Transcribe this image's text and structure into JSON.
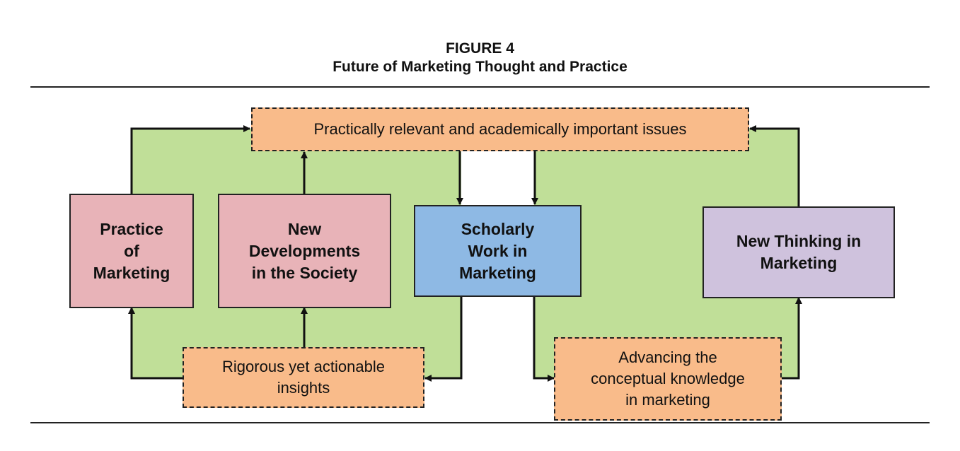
{
  "figure": {
    "label": "FIGURE 4",
    "title": "Future of Marketing Thought and Practice"
  },
  "nodes": {
    "practice": "Practice\nof\nMarketing",
    "developments": "New\nDevelopments\nin the Society",
    "scholarly": "Scholarly\nWork in\nMarketing",
    "thinking": "New Thinking in\nMarketing",
    "issues": "Practically relevant and academically important issues",
    "insights": "Rigorous yet actionable\ninsights",
    "knowledge": "Advancing the\nconceptual knowledge\nin marketing"
  },
  "colors": {
    "background_region": "#c0df98",
    "practice_node": "#e8b3b8",
    "scholarly_node": "#8eb9e4",
    "thinking_node": "#cfc2dd",
    "dashed_node": "#f9bb8a"
  }
}
